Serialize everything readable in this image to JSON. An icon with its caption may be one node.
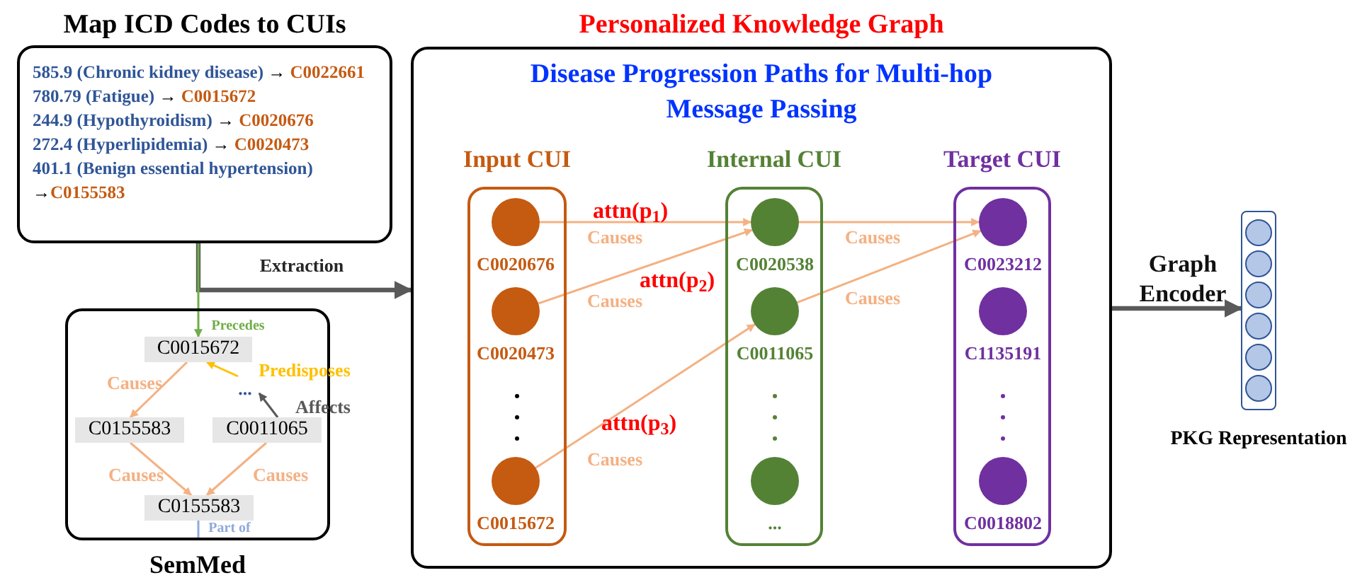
{
  "diagram": {
    "title": "Personalized Knowledge Graph",
    "nodes": [
      {
        "text": [
          "Map ICD Codes to CUIs",
          "585.9 (Chronic kidney disease) → C0022661",
          "780.79 (Fatigue) → C0015672",
          "244.9 (Hypothyroidism) → C0020676",
          "272.4 (Hyperlipidemia) → C0020473",
          "401.1 (Benign essential hypertension) →C0155583"
        ]
      },
      {
        "text": [
          "SemMed"
        ]
      },
      {
        "text": [
          "C0015672"
        ],
        "in": 1
      },
      {
        "text": [
          "C0155583"
        ],
        "in": 1
      },
      {
        "text": [
          "C0011065"
        ],
        "in": 1
      },
      {
        "text": [
          "C0155583"
        ],
        "in": 1
      },
      {
        "text": [
          "..."
        ],
        "in": 1
      },
      {
        "text": [
          "Disease Progression Paths for Multi-hop Message Passing"
        ]
      },
      {
        "text": [
          "Input CUI"
        ],
        "in": 7
      },
      {
        "text": [],
        "shape": "circle",
        "in": 8,
        "beside": [
          "C0020676"
        ]
      },
      {
        "text": [],
        "shape": "circle",
        "in": 8,
        "beside": [
          "C0020473"
        ]
      },
      {
        "text": [],
        "shape": "circle",
        "in": 8,
        "beside": [
          "C0015672"
        ]
      },
      {
        "text": [
          "Internal CUI"
        ],
        "in": 7
      },
      {
        "text": [],
        "shape": "circle",
        "in": 12,
        "beside": [
          "C0020538"
        ]
      },
      {
        "text": [],
        "shape": "circle",
        "in": 12,
        "beside": [
          "C0011065"
        ]
      },
      {
        "text": [],
        "shape": "circle",
        "in": 12,
        "beside": [
          "..."
        ]
      },
      {
        "text": [
          "Target CUI"
        ],
        "in": 7
      },
      {
        "text": [],
        "shape": "circle",
        "in": 16,
        "beside": [
          "C0023212"
        ]
      },
      {
        "text": [],
        "shape": "circle",
        "in": 16,
        "beside": [
          "C1135191"
        ]
      },
      {
        "text": [],
        "shape": "circle",
        "in": 16,
        "beside": [
          "C0018802"
        ]
      },
      {
        "text": [],
        "shape": "box",
        "beside": [
          "PKG Representation"
        ]
      }
    ],
    "edges": [
      {
        "from": 0,
        "to": 7,
        "arrow": "to",
        "label": "Extraction",
        "style": "thick",
        "color": "#595959"
      },
      {
        "from": 0,
        "to": 2,
        "arrow": "to",
        "label": "Precedes",
        "color": "#70ad47"
      },
      {
        "from": 2,
        "to": 3,
        "arrow": "to",
        "label": "Causes"
      },
      {
        "from": 3,
        "to": 5,
        "arrow": "to",
        "label": "Causes"
      },
      {
        "from": 4,
        "to": 5,
        "arrow": "to",
        "label": "Causes"
      },
      {
        "from": 6,
        "to": 2,
        "arrow": "to",
        "label": "Predisposes",
        "color": "#ffc000"
      },
      {
        "from": 4,
        "to": 6,
        "arrow": "to",
        "label": "Affects",
        "color": "#595959"
      },
      {
        "from": 5,
        "to": null,
        "arrow": "none",
        "label": "Part of",
        "color": "#8faadc"
      },
      {
        "from": 9,
        "to": 13,
        "arrow": "to",
        "label": "Causes"
      },
      {
        "from": 10,
        "to": 13,
        "arrow": "to",
        "label": "Causes"
      },
      {
        "from": 11,
        "to": 14,
        "arrow": "to",
        "label": "Causes"
      },
      {
        "from": 13,
        "to": 17,
        "arrow": "to",
        "label": "Causes"
      },
      {
        "from": 14,
        "to": 17,
        "arrow": "to",
        "label": "Causes"
      },
      {
        "from": 7,
        "to": 20,
        "arrow": "to",
        "label": "Graph Encoder",
        "style": "thick",
        "color": "#595959"
      }
    ],
    "labels": [
      "attn(p$_{1}$)",
      "attn(p$_{2}$)",
      "attn(p$_{3}$)"
    ]
  }
}
